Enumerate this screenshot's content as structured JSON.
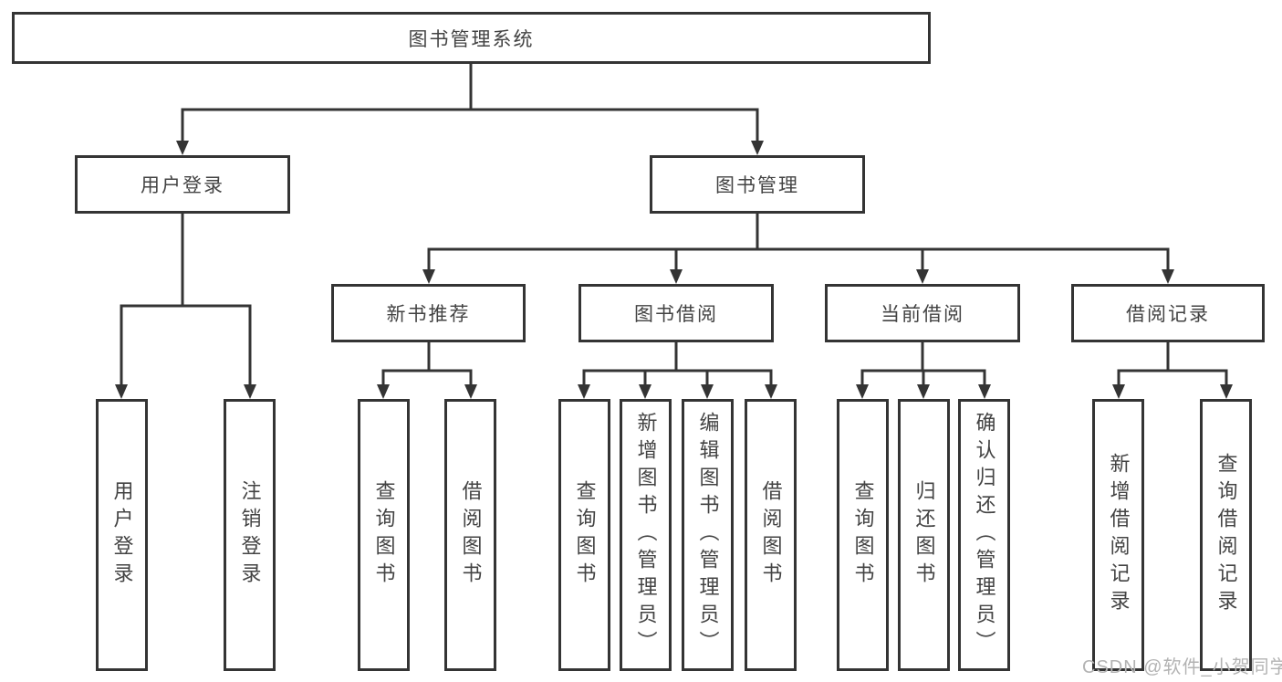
{
  "diagram": {
    "root": {
      "label": "图书管理系统"
    },
    "level2": [
      {
        "label": "用户登录"
      },
      {
        "label": "图书管理"
      }
    ],
    "level3": [
      {
        "label": "新书推荐"
      },
      {
        "label": "图书借阅"
      },
      {
        "label": "当前借阅"
      },
      {
        "label": "借阅记录"
      }
    ],
    "groups": {
      "user_login_children": [
        {
          "label": "用户登录"
        },
        {
          "label": "注销登录"
        }
      ],
      "new_book_children": [
        {
          "label": "查询图书"
        },
        {
          "label": "借阅图书"
        }
      ],
      "book_borrow_children": [
        {
          "label": "查询图书"
        },
        {
          "label": "新增图书（管理员）"
        },
        {
          "label": "编辑图书（管理员）"
        },
        {
          "label": "借阅图书"
        }
      ],
      "current_borrow_children": [
        {
          "label": "查询图书"
        },
        {
          "label": "归还图书"
        },
        {
          "label": "确认归还（管理员）"
        }
      ],
      "borrow_record_children": [
        {
          "label": "新增借阅记录"
        },
        {
          "label": "查询借阅记录"
        }
      ]
    },
    "watermark": "CSDN @软件_小贺同学",
    "colors": {
      "line": "#343434",
      "text": "#434343",
      "watermark": "#b3b3b3",
      "background": "#ffffff"
    }
  }
}
